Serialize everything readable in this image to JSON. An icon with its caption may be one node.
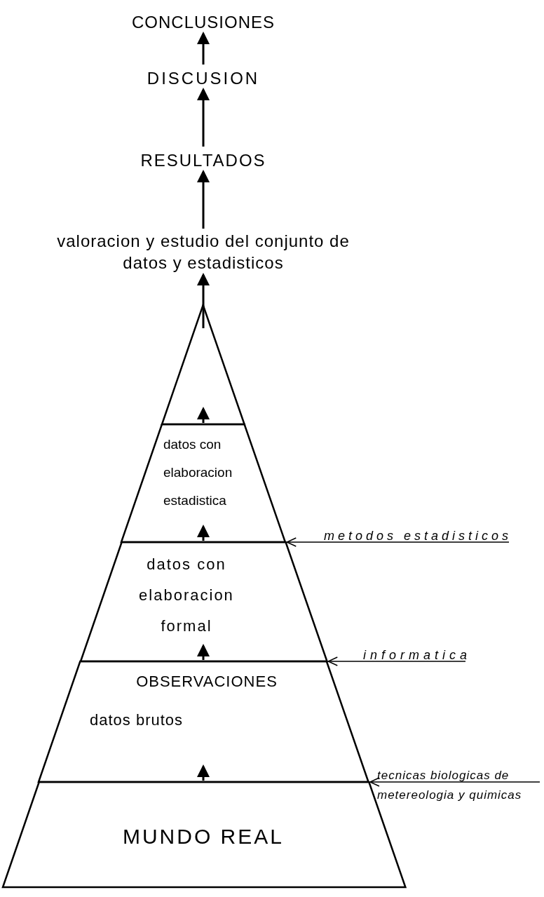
{
  "diagram": {
    "nodes": [
      {
        "text": [
          "CONCLUSIONES"
        ]
      },
      {
        "text": [
          "DISCUSION"
        ]
      },
      {
        "text": [
          "RESULTADOS"
        ]
      },
      {
        "text": [
          "valoracion y estudio del conjunto de datos y estadisticos"
        ]
      },
      {
        "text": [],
        "shape": "triangle"
      },
      {
        "text": [
          "datos con elaboracion estadistica"
        ]
      },
      {
        "text": [
          "datos con elaboracion formal"
        ]
      },
      {
        "text": [
          "OBSERVACIONES",
          "datos brutos"
        ]
      },
      {
        "text": [
          "MUNDO REAL"
        ]
      },
      {
        "text": [
          "metodos estadisticos"
        ]
      },
      {
        "text": [
          "informatica"
        ]
      },
      {
        "text": [
          "tecnicas biologicas de metereologia y quimicas"
        ]
      }
    ],
    "edges": [
      {
        "from": 1,
        "to": 0,
        "arrow": "to"
      },
      {
        "from": 2,
        "to": 1,
        "arrow": "to"
      },
      {
        "from": 3,
        "to": 2,
        "arrow": "to"
      },
      {
        "from": 4,
        "to": 3,
        "arrow": "to"
      },
      {
        "from": 5,
        "to": 4,
        "arrow": "to"
      },
      {
        "from": 6,
        "to": 5,
        "arrow": "to"
      },
      {
        "from": 7,
        "to": 6,
        "arrow": "to"
      },
      {
        "from": 8,
        "to": 7,
        "arrow": "to"
      },
      {
        "from": 9,
        "to": 5,
        "arrow": "to"
      },
      {
        "from": 10,
        "to": 6,
        "arrow": "to"
      },
      {
        "from": 11,
        "to": 7,
        "arrow": "to"
      }
    ]
  }
}
